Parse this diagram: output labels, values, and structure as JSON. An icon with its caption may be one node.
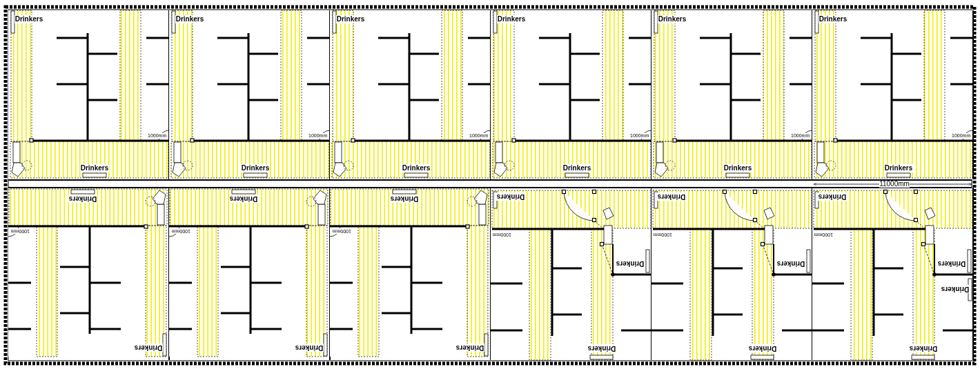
{
  "diagram": {
    "labels": [
      "Drinkers",
      "1000mm",
      "Drinkers",
      "Drinkers",
      "1000mm",
      "Drinkers",
      "Drinkers",
      "1000mm",
      "Drinkers",
      "Drinkers",
      "1000mm",
      "Drinkers",
      "Drinkers",
      "1000mm",
      "Drinkers",
      "Drinkers",
      "1000mm",
      "Drinkers",
      "11000mm",
      "Drinkers",
      "1000mm",
      "Drinkers",
      "Drinkers",
      "1000mm",
      "Drinkers",
      "Drinkers",
      "1000mm",
      "Drinkers",
      "Drinkers",
      "1000mm",
      "Drinkers",
      "Drinkers",
      "Drinkers",
      "1000mm",
      "Drinkers",
      "Drinkers",
      "Drinkers",
      "1000mm",
      "Drinkers",
      "Drinkers",
      "Drinkers"
    ]
  }
}
